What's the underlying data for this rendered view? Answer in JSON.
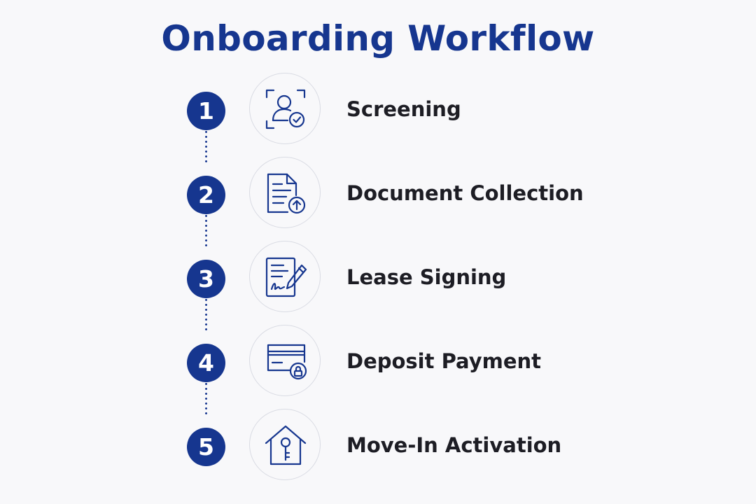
{
  "title": "Onboarding Workflow",
  "colors": {
    "accent": "#16368f",
    "text": "#1d1d24",
    "background": "#f8f8fa",
    "circle_border": "#d9dbe3"
  },
  "steps": [
    {
      "number": "1",
      "label": "Screening",
      "icon": "user-verify-icon"
    },
    {
      "number": "2",
      "label": "Document Collection",
      "icon": "document-upload-icon"
    },
    {
      "number": "3",
      "label": "Lease Signing",
      "icon": "document-sign-icon"
    },
    {
      "number": "4",
      "label": "Deposit Payment",
      "icon": "credit-card-lock-icon"
    },
    {
      "number": "5",
      "label": "Move-In Activation",
      "icon": "house-key-icon"
    }
  ]
}
